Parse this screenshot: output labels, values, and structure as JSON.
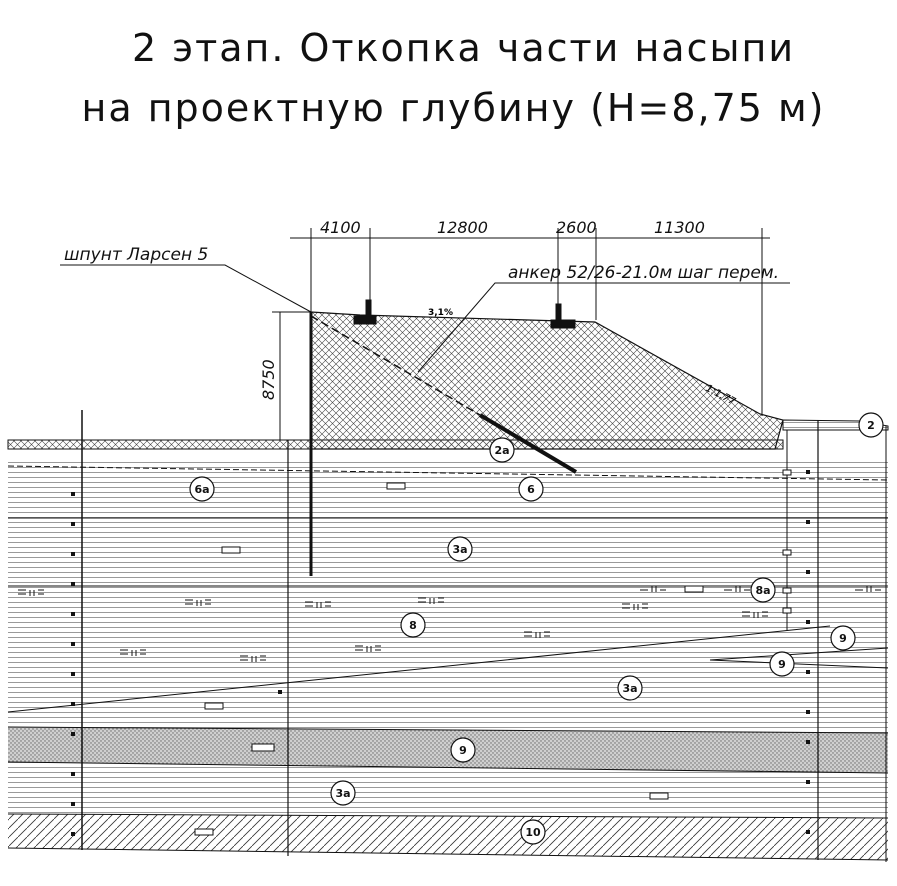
{
  "title": {
    "line1": "2 этап. Откопка части насыпи",
    "line2": "на проектную глубину (Н=8,75 м)"
  },
  "dimensions": {
    "top": [
      "4100",
      "12800",
      "2600",
      "11300"
    ],
    "height": "8750"
  },
  "labels": {
    "sheet_pile": "шпунт Ларсен 5",
    "anchor": "анкер 52/26-21.0м шаг перем.",
    "slope_top": "3,1%",
    "slope_side": "1:1,77"
  },
  "layers": [
    "2",
    "2а",
    "6а",
    "6",
    "3а",
    "8",
    "8а",
    "9",
    "9",
    "3а",
    "9",
    "3а",
    "10"
  ],
  "colors": {
    "line": "#111111",
    "background": "#ffffff"
  }
}
